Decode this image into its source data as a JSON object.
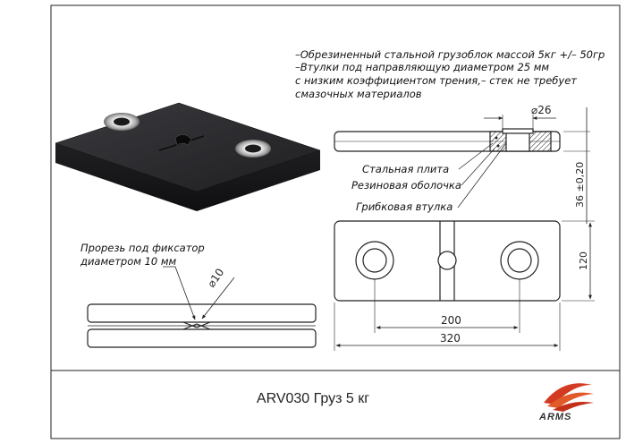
{
  "notes": {
    "line1": "–Обрезиненный стальной грузоблок массой 5кг +/– 50гр",
    "line2": "–Втулки под направляющую диаметром 25 мм",
    "line3": "с низким коэффициентом трения,– стек не требует",
    "line4": "смазочных материалов"
  },
  "slot_note": {
    "line1": "Прорезь под фиксатор",
    "line2": "диаметром 10 мм"
  },
  "legend": {
    "steel": "Стальная плита",
    "rubber": "Резиновая оболочка",
    "bushing": "Грибковая втулка"
  },
  "dims": {
    "d26": "⌀26",
    "d10": "⌀10",
    "h36": "36 ±0,20",
    "w120": "120",
    "l200": "200",
    "l320": "320"
  },
  "title": "ARV030 Груз 5 кг",
  "logo": "ARMS",
  "colors": {
    "body": "#2b2b2e",
    "line": "#222222",
    "logo_red": "#d23a22"
  }
}
